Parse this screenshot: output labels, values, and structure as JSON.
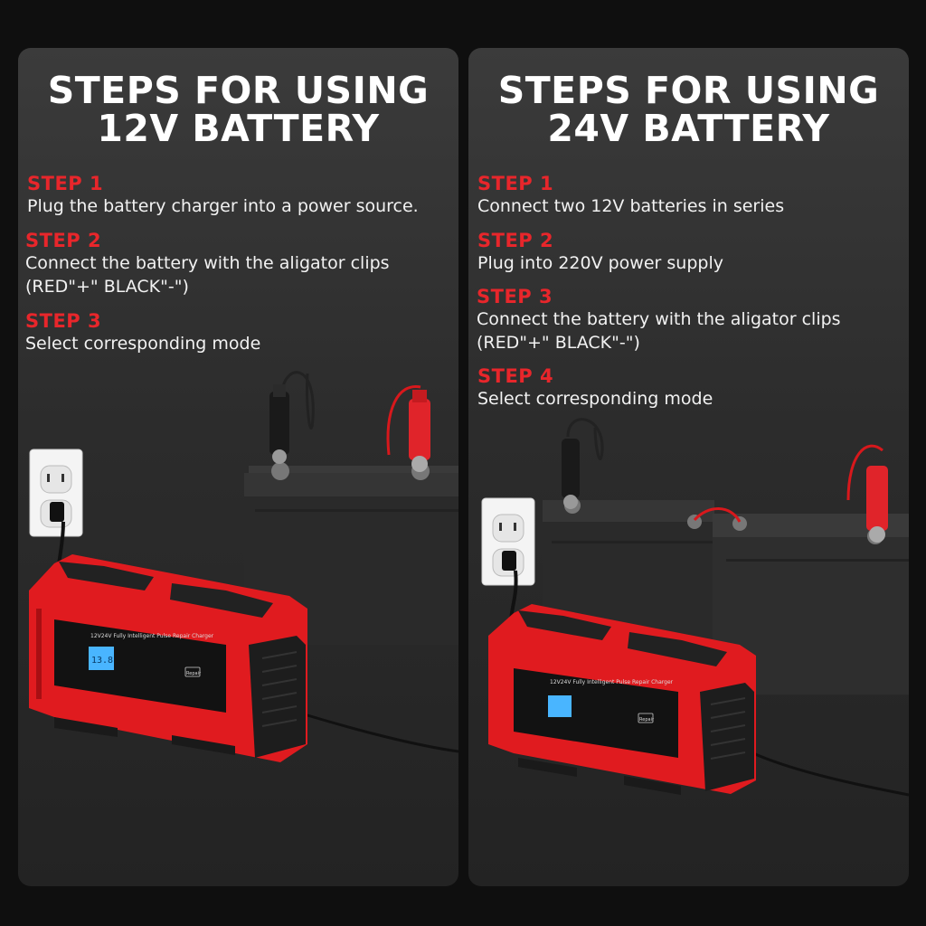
{
  "panels": [
    {
      "title": "STEPS FOR USING\n12V BATTERY",
      "steps": [
        {
          "label": "STEP 1",
          "text": "Plug the battery charger into a power source."
        },
        {
          "label": "STEP 2",
          "text": "Connect the battery with the aligator clips\n(RED\"+\" BLACK\"-\")"
        },
        {
          "label": "STEP 3",
          "text": "Select corresponding mode"
        }
      ]
    },
    {
      "title": "STEPS FOR USING\n24V BATTERY",
      "steps": [
        {
          "label": "STEP 1",
          "text": "Connect two 12V batteries in series"
        },
        {
          "label": "STEP 2",
          "text": "Plug into 220V power supply"
        },
        {
          "label": "STEP 3",
          "text": "Connect the battery with the aligator clips\n(RED\"+\" BLACK\"-\")"
        },
        {
          "label": "STEP 4",
          "text": "Select corresponding mode"
        }
      ]
    }
  ],
  "charger": {
    "model_text": "12V24V Fully Intelligent Pulse Repair Charger",
    "lcd_reading": "13.8",
    "repair_label": "Repair"
  },
  "colors": {
    "accent_red": "#e8262b",
    "charger_red": "#e01b1f",
    "panel_bg": "#333333",
    "background": "#0f0f0f"
  }
}
